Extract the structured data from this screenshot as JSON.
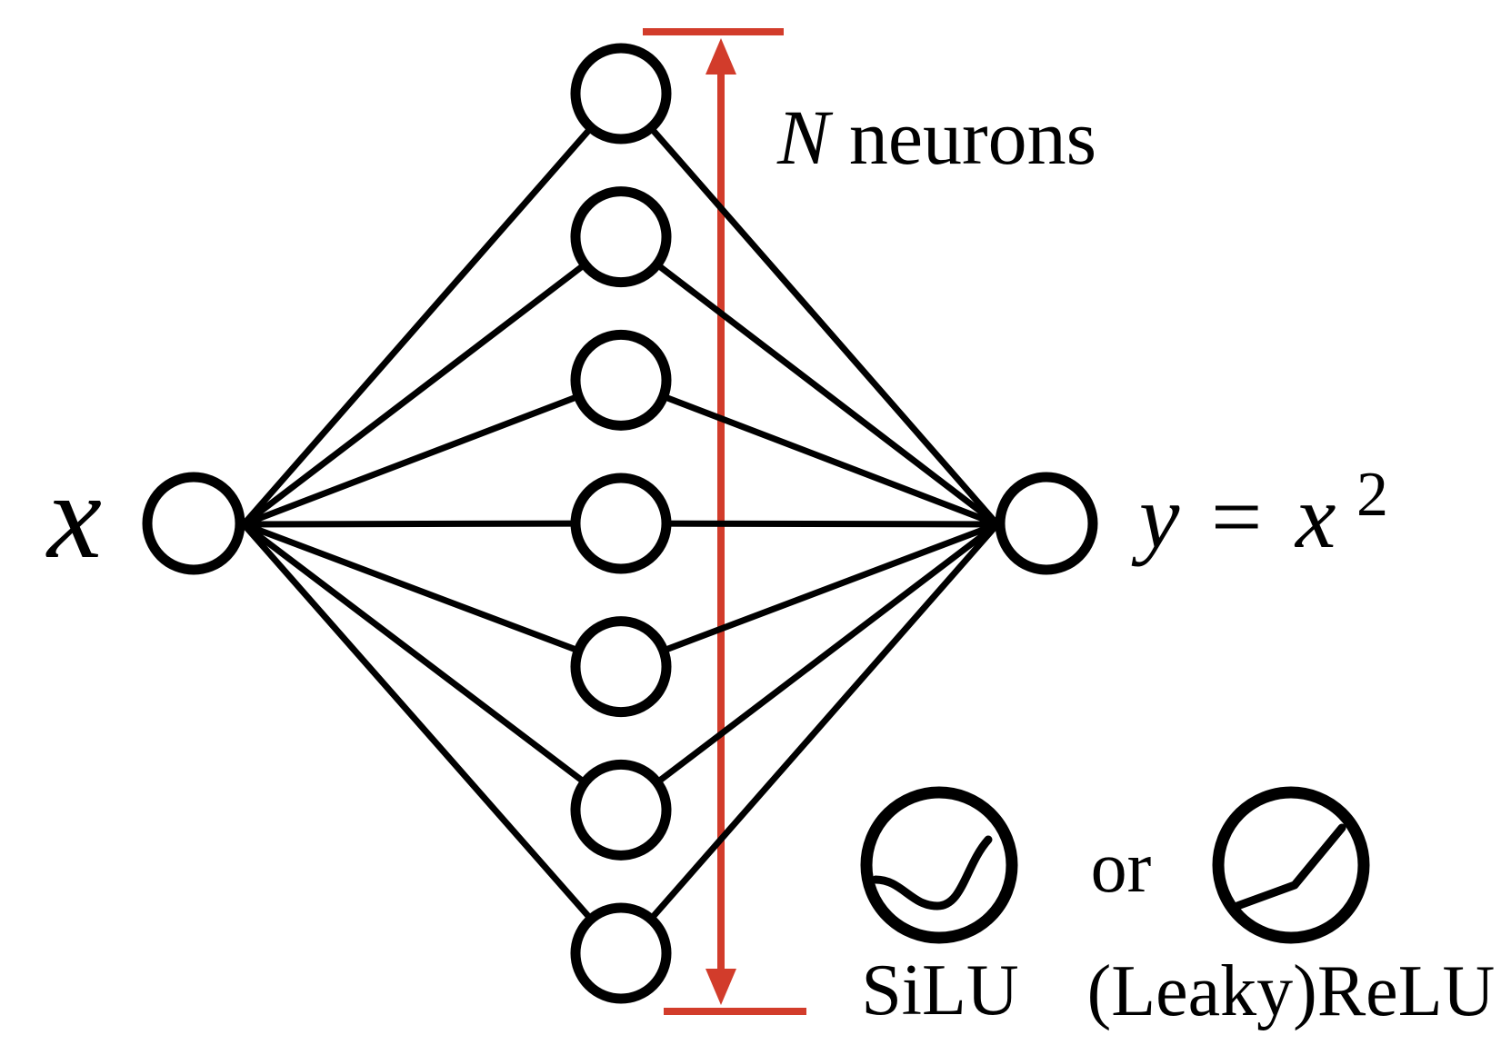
{
  "colors": {
    "accent_red": "#d23c2b",
    "ink": "#000000"
  },
  "network": {
    "input_label": "x",
    "hidden_neuron_count": 7,
    "annotation_n": "N",
    "annotation_rest": " neurons",
    "output_y": "y",
    "output_eq": "=",
    "output_x": "x",
    "output_exponent": "2"
  },
  "activations": {
    "silu_label": "SiLU",
    "or_label": "or",
    "relu_label": "(Leaky)ReLU"
  }
}
